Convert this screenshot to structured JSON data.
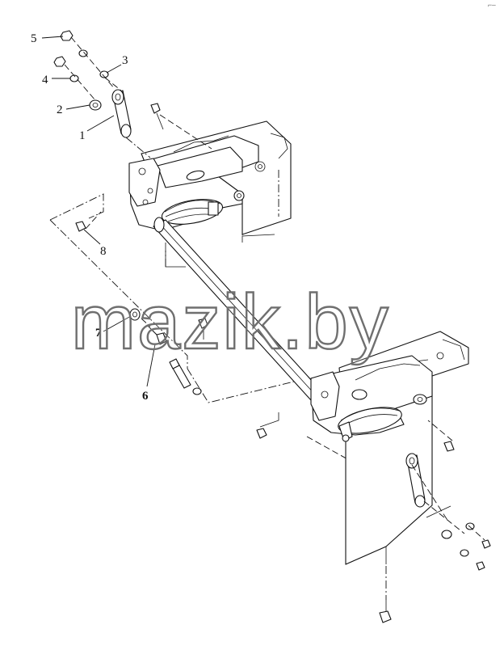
{
  "corner_mark": "⌐–",
  "watermark": "mazik.by",
  "callouts": [
    {
      "id": "5",
      "label": "5",
      "bold": false
    },
    {
      "id": "3",
      "label": "3",
      "bold": false
    },
    {
      "id": "4",
      "label": "4",
      "bold": false
    },
    {
      "id": "2",
      "label": "2",
      "bold": false
    },
    {
      "id": "1",
      "label": "1",
      "bold": false
    },
    {
      "id": "8",
      "label": "8",
      "bold": false
    },
    {
      "id": "7",
      "label": "7",
      "bold": true
    },
    {
      "id": "6",
      "label": "6",
      "bold": true
    }
  ],
  "colors": {
    "line": "#111111",
    "watermark_outline": "#6f6f6f",
    "background": "#ffffff"
  }
}
